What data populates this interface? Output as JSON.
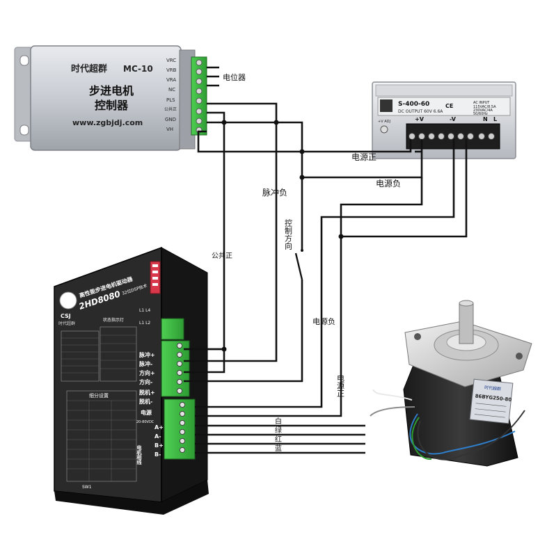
{
  "controller": {
    "brand": "时代超群",
    "model": "MC-10",
    "title_line1": "步进电机",
    "title_line2": "控制器",
    "website": "www.zgbjdj.com",
    "terminals": [
      "VRC",
      "VRB",
      "VRA",
      "NC",
      "PLS",
      "公共正",
      "GND",
      "VH"
    ]
  },
  "psu": {
    "model": "S-400-60",
    "spec": "DC OUTPUT 60V 6.6A",
    "ac_input": "AC INPUT",
    "ac_line1": "115VAC/8.5A",
    "ac_line2": "230VAC/4A",
    "ac_line3": "50/60Hz",
    "adj": "+V ADJ",
    "terminal_v_pos": "+V",
    "terminal_v_neg": "-V",
    "terminal_n": "N",
    "terminal_l": "L",
    "ce": "CE"
  },
  "driver": {
    "logo": "CSJ",
    "brand": "时代超群",
    "title": "高性能步进电机驱动器",
    "model": "2HD8080",
    "tech": "32位DSP技术",
    "status_header": "状态指示灯",
    "led_1": "L1 L4",
    "led_2": "L1 L2",
    "term_pulse_pos": "脉冲+",
    "term_pulse_neg": "脉冲-",
    "term_dir_pos": "方向+",
    "term_dir_neg": "方向-",
    "term_offline_pos": "脱机+",
    "term_offline_neg": "脱机-",
    "term_power": "电源",
    "voltage": "20-80VDC",
    "term_motor_label": "电机相线",
    "motor_pins": [
      "A+",
      "A-",
      "B+",
      "B-"
    ],
    "table_header": "细分设置",
    "sw_note": "SW1"
  },
  "motor": {
    "brand": "时代超群",
    "model": "86BYG250-80"
  },
  "labels": {
    "potentiometer": "电位器",
    "power_pos_top": "电源正",
    "power_neg_top": "电源负",
    "pulse_neg": "脉冲负",
    "direction_ctrl": "控制方向",
    "common_pos": "公共正",
    "power_neg_mid": "电源负",
    "power_pos_mid": "电源正",
    "wire_white": "白",
    "wire_green": "绿",
    "wire_red": "红",
    "wire_blue": "蓝"
  }
}
